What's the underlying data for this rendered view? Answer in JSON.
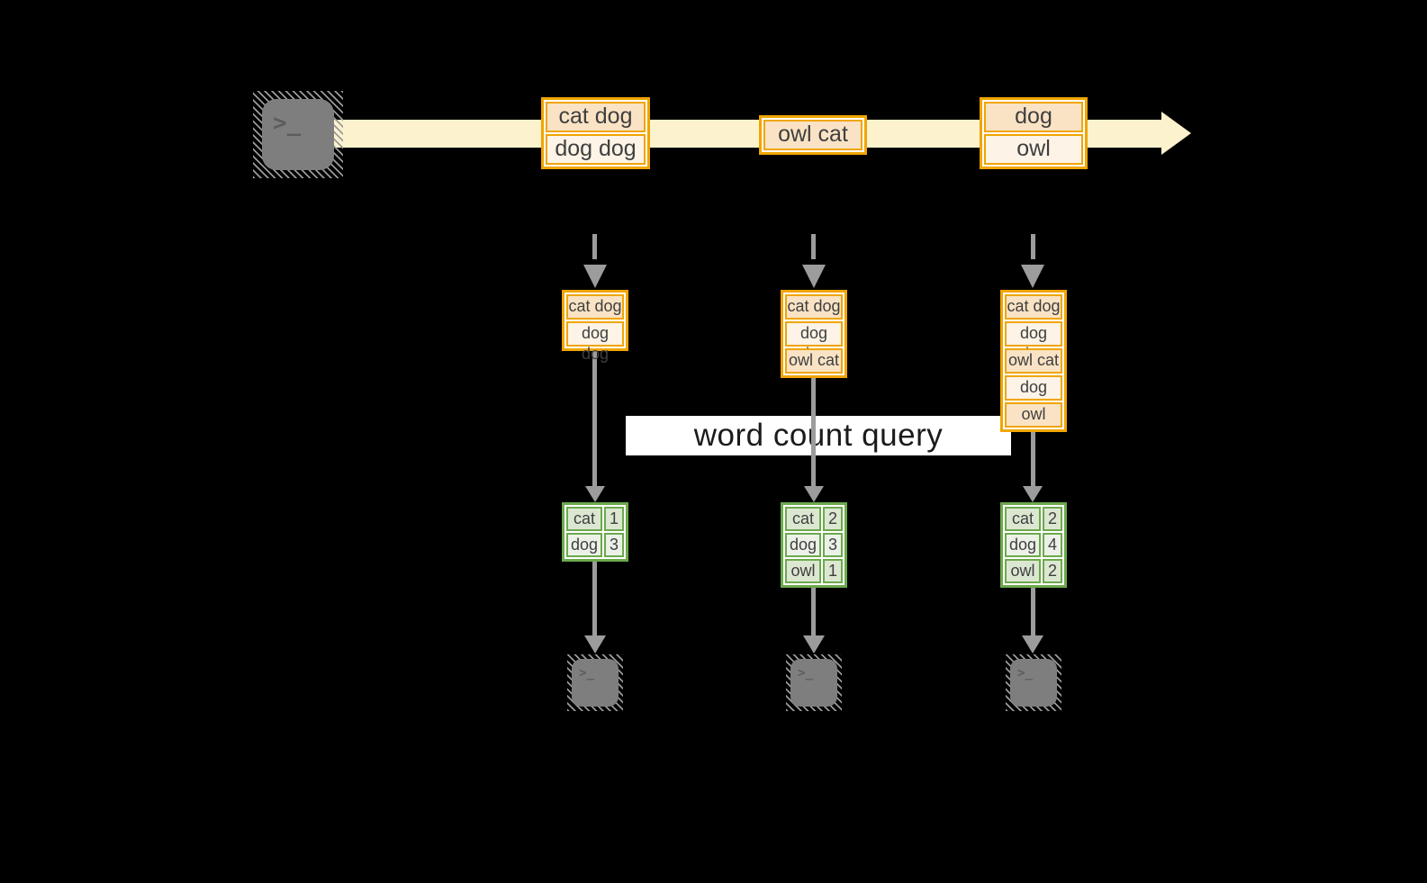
{
  "query_label": "word count query",
  "prompt": {
    "chevron": ">",
    "underscore": "_"
  },
  "icons": {
    "source": "terminal-icon",
    "sinks": [
      "terminal-icon",
      "terminal-icon",
      "terminal-icon"
    ]
  },
  "colors": {
    "bg": "#000000",
    "band": "#FCF2CE",
    "orange": "#F0A500",
    "peach_dark": "#FAE3C5",
    "peach_light": "#FDF3E6",
    "green": "#6CA94C",
    "green_dark": "#DCE7D2",
    "green_light": "#ECF1E8",
    "gray": "#9C9C9C",
    "terminal": "#7E7E7E",
    "text": "#3F3F3F",
    "title": "#1B1B1B"
  },
  "stream": {
    "batches": [
      {
        "lines": [
          "cat dog",
          "dog dog"
        ]
      },
      {
        "lines": [
          "owl cat"
        ]
      },
      {
        "lines": [
          "dog",
          "owl"
        ]
      }
    ]
  },
  "states": [
    {
      "lines": [
        "cat dog",
        "dog dog"
      ]
    },
    {
      "lines": [
        "cat dog",
        "dog dog",
        "owl cat"
      ]
    },
    {
      "lines": [
        "cat dog",
        "dog dog",
        "owl cat",
        "dog",
        "owl"
      ]
    }
  ],
  "counts": [
    {
      "rows": [
        {
          "word": "cat",
          "count": "1"
        },
        {
          "word": "dog",
          "count": "3"
        }
      ]
    },
    {
      "rows": [
        {
          "word": "cat",
          "count": "2"
        },
        {
          "word": "dog",
          "count": "3"
        },
        {
          "word": "owl",
          "count": "1"
        }
      ]
    },
    {
      "rows": [
        {
          "word": "cat",
          "count": "2"
        },
        {
          "word": "dog",
          "count": "4"
        },
        {
          "word": "owl",
          "count": "2"
        }
      ]
    }
  ]
}
